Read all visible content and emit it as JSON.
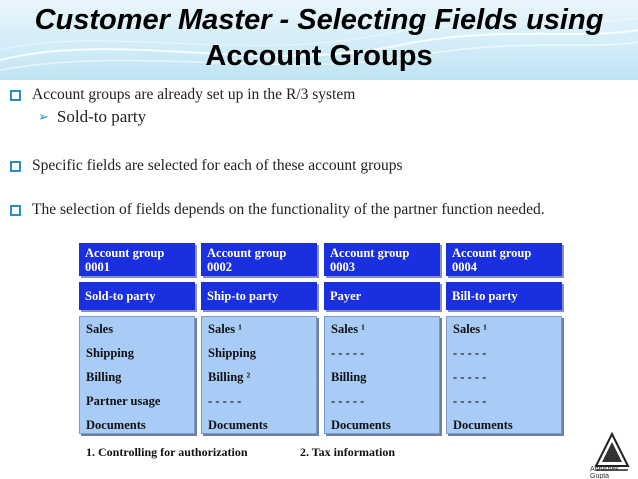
{
  "title": {
    "line1": "Customer Master - Selecting Fields using",
    "line2": "Account Groups"
  },
  "bullets": [
    "Account groups are already set up in the R/3 system",
    "Specific fields are selected for each of these account groups",
    "The selection of fields depends on the functionality of the partner function needed."
  ],
  "sub_bullet": "Sold-to party",
  "columns": [
    {
      "group_label": "Account group",
      "group_code": "0001",
      "role": "Sold-to party",
      "fields": [
        "Sales",
        "Shipping",
        "Billing",
        "Partner usage",
        "Documents"
      ]
    },
    {
      "group_label": "Account group",
      "group_code": "0002",
      "role": "Ship-to party",
      "fields": [
        " Sales ¹",
        "Shipping",
        " Billing ²",
        "- - - - -",
        "Documents"
      ]
    },
    {
      "group_label": "Account group",
      "group_code": "0003",
      "role": "Payer",
      "fields": [
        " Sales ¹",
        "- - - - -",
        "Billing",
        "- - - - -",
        "Documents"
      ]
    },
    {
      "group_label": "Account group",
      "group_code": "0004",
      "role": "Bill-to party",
      "fields": [
        " Sales ¹",
        "- - - - -",
        "- - - - -",
        "- - - - -",
        "Documents"
      ]
    }
  ],
  "footnotes": [
    "1. Controlling for authorization",
    "2. Tax information"
  ],
  "logo_caption": "Abhishek Gupta",
  "colors": {
    "header_blue": "#1a2fe0",
    "field_blue": "#a8ccf6",
    "bullet_blue": "#2c8cc8"
  }
}
